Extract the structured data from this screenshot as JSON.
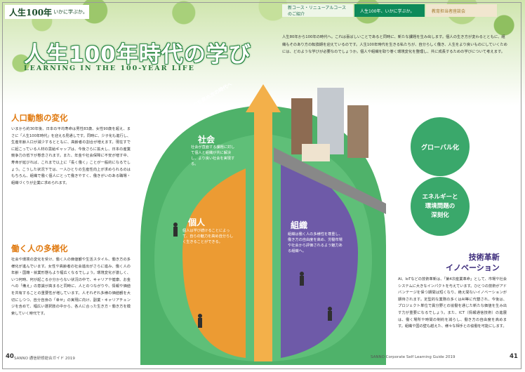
{
  "brand": {
    "big": "人生100年",
    "small": "いかに学ぶか。"
  },
  "tabs": [
    "新コース・リニューアルコースのご紹介",
    "人生100年、いかに学ぶか。",
    "教育担当者座談会"
  ],
  "title": "人生100年時代の学び",
  "subtitle": "LEARNING IN THE 100-YEAR LIFE",
  "intro": "人生80年から100年の時代へ。これは喜ばしいことであると同時に、新たな課題を生み出します。個人の生き方が変わるとともに、組織もそのあり方の転換期を迎えているのです。人生100年時代を生きる私たちが、自分らしく働き、人生をより良いものにしていくためには、どのような学びが必要なのでしょうか。個人や組織を取り巻く環境変化を整理し、共に成長するための学びについて考えます。",
  "left": {
    "heading1": "人口動態の変化",
    "body1": "いまから約30年後、日本の平均寿命は男性83歳、女性90歳を超え、まさに「人生100年時代」を迎える見通しです。同時に、少子化も進行し、生産年齢人口が減少するとともに、高齢者の割合が増えます。現在すでに起こっている人材の需給ギャップは、今後さらに拡大し、日本の産業競争力の低下が懸念されます。また、年金や社会保障に不安が増す中、寿命が延びれば、これまで以上に「長く働く」ことが一般的になるでしょう。こうした状況下では、一人ひとりの生産性向上が求められるのはもちろん、組織で働く個人にとって働きやすく、働きがいのある職場・組織づくりが企業に求められます。",
    "heading2": "働く人の多様化",
    "body2": "社会や環境の変化を受け、働く人の価値観や生活スタイル、働き方の多様化が進んでいます。女性や高齢者の社会進出がさらに進み、働く人の年齢・国籍・就業形態もより幅広くなるでしょう。環境変化が激しく、いつ何時、何が起こるか分からない状況の中で、キャリアや健康、お金への「備え」の意識が高まると同時に、人とのつながりや、情報や価値を共有することの重要性が増しています。人それぞれ多様の価値観を大切にしつつ、自分自身の「幸せ」の実現に向け、副業・キャリアチェンジを含めて、幅広い選択肢の中から、各人に合った生き方・働き方を模索していく時代です。"
  },
  "scene": {
    "arrow_text": "より魅力を高め次の時代へ",
    "society": {
      "label": "社会",
      "desc": "社会が直面する課題に対して個人と組織が共に解決し、より良い社会を実現する。"
    },
    "individual": {
      "label": "個人",
      "desc": "個人は学び続けることによって、自らの魅力を高め自分らしく生きることができる。"
    },
    "organization": {
      "label": "組織",
      "desc": "組織は働く人の多様性を尊重し、働き方の自由度を高め、労働市場や社会から評価されるよう魅力ある組織へ。"
    }
  },
  "bubbles": {
    "global": "グローバル化",
    "energy": "エネルギーと\n環境問題の\n深刻化"
  },
  "tech": {
    "heading": "技術革新\nイノベーション",
    "body": "AI、IoTなどの技術革新は、「第4次産業革命」として、市場や社会システムに大きなインパクトを与えています。ひとつの技術がアドバンテージを保つ期間は短くなり、絶え間ないイノベーションが期待されます。定型的な業務の多くはAI等に代替され、今後は、プロジェクト単位で異分野との協働を通じた新たな価値を生み出す力が重要になるでしょう。また、ICT（情報通信技術）の進展は、働く場所や時間の制約を減らし、働き方の自由度を高めます。組織や国の壁も越えた、様々な相手との協働を可能にします。"
  },
  "footer": {
    "page_left": "40",
    "left_text": "SANNO  通信研修総合ガイド 2019",
    "right_text": "SANNO  Corporate Self Learning Guide 2019",
    "page_right": "41"
  },
  "colors": {
    "green": "#3aa86b",
    "orange": "#e6962d",
    "purple": "#6e5aa8",
    "title_outline": "#2e8a46"
  }
}
